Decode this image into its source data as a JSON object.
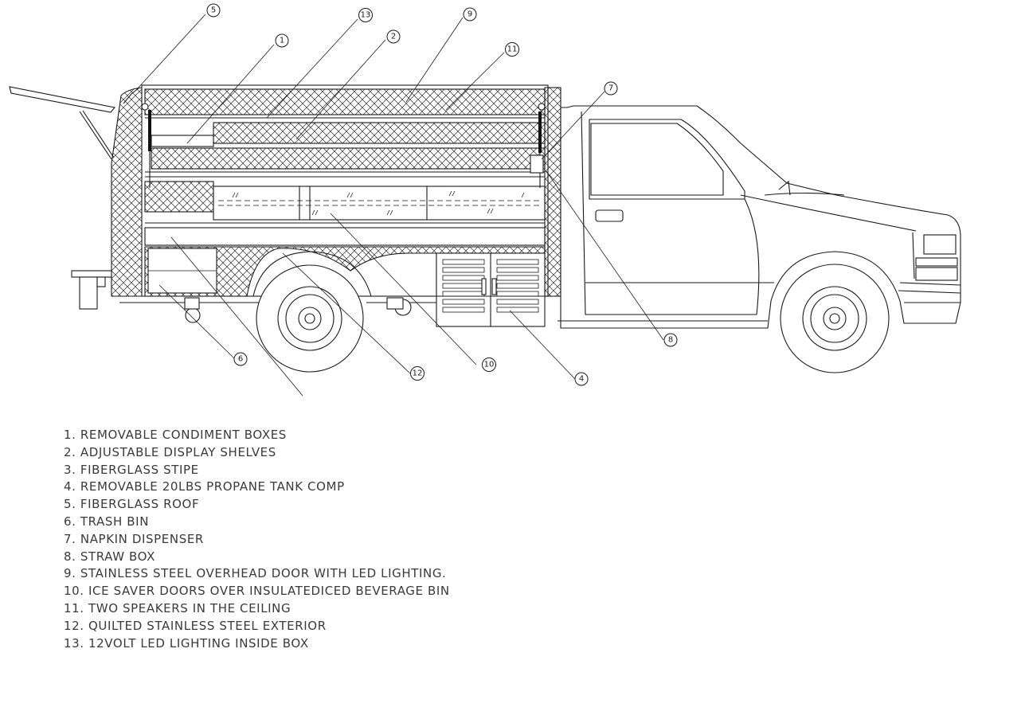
{
  "callouts": [
    {
      "num": "5"
    },
    {
      "num": "1"
    },
    {
      "num": "13"
    },
    {
      "num": "2"
    },
    {
      "num": "9"
    },
    {
      "num": "11"
    },
    {
      "num": "7"
    },
    {
      "num": "8"
    },
    {
      "num": "6"
    },
    {
      "num": "12"
    },
    {
      "num": "10"
    },
    {
      "num": "4"
    }
  ],
  "legend": [
    "1. REMOVABLE CONDIMENT BOXES",
    "2. ADJUSTABLE DISPLAY SHELVES",
    "3. FIBERGLASS STIPE",
    "4. REMOVABLE 20LBS PROPANE TANK COMP",
    "5. FIBERGLASS ROOF",
    "6. TRASH BIN",
    "7. NAPKIN DISPENSER",
    "8. STRAW BOX",
    "9. STAINLESS STEEL OVERHEAD DOOR WITH LED LIGHTING.",
    "10. ICE SAVER DOORS OVER INSULATEDICED BEVERAGE BIN",
    "11. TWO SPEAKERS IN THE CEILING",
    "12. QUILTED STAINLESS STEEL EXTERIOR",
    "13. 12VOLT LED LIGHTING INSIDE BOX"
  ]
}
